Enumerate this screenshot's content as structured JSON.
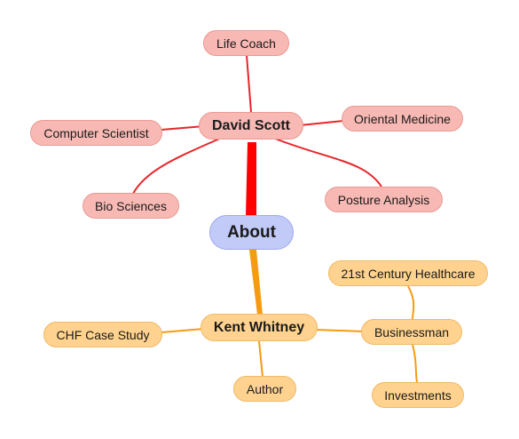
{
  "root": {
    "label": "About"
  },
  "david": {
    "label": "David Scott",
    "life_coach": "Life Coach",
    "computer_scientist": "Computer Scientist",
    "oriental_medicine": "Oriental Medicine",
    "bio_sciences": "Bio Sciences",
    "posture_analysis": "Posture Analysis"
  },
  "kent": {
    "label": "Kent Whitney",
    "chf_case_study": "CHF Case Study",
    "author": "Author",
    "businessman": "Businessman",
    "healthcare": "21st Century Healthcare",
    "investments": "Investments"
  },
  "colors": {
    "david_branch": "#e8252a",
    "kent_branch": "#f59b12",
    "pink_node": "#f8b9b4",
    "orange_node": "#ffd38f",
    "root_node": "#c2caf8"
  }
}
